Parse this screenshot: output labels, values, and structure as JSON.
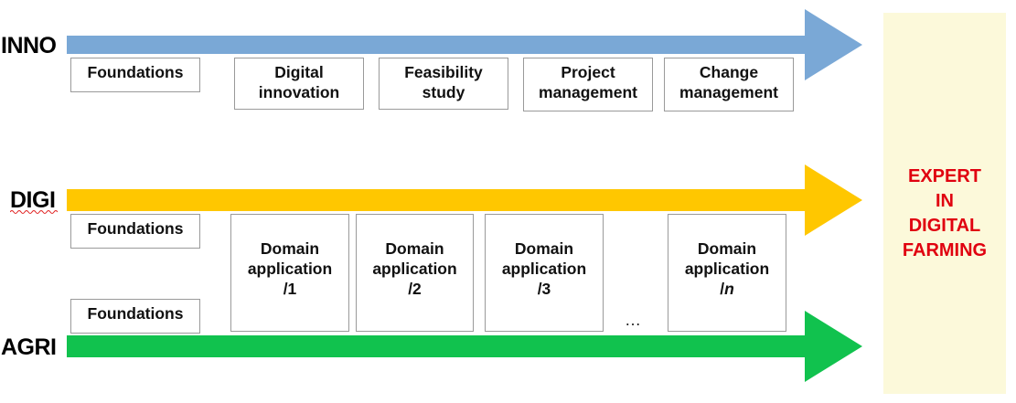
{
  "tracks": {
    "inno": {
      "label": "INNO",
      "color": "#7aa8d6"
    },
    "digi": {
      "label": "DIGI",
      "color": "#ffc700"
    },
    "agri": {
      "label": "AGRI",
      "color": "#11c24e"
    }
  },
  "inno_boxes": [
    "Foundations",
    "Digital\ninnovation",
    "Feasibility\nstudy",
    "Project\nmanagement",
    "Change\nmanagement"
  ],
  "digi_foundations": "Foundations",
  "agri_foundations": "Foundations",
  "domain_boxes": [
    "Domain\napplication\n/1",
    "Domain\napplication\n/2",
    "Domain\napplication\n/3",
    "Domain\napplication\n/n"
  ],
  "ellipsis": "…",
  "expert": {
    "text": "EXPERT\nIN\nDIGITAL\nFARMING",
    "color": "#e0000f"
  }
}
